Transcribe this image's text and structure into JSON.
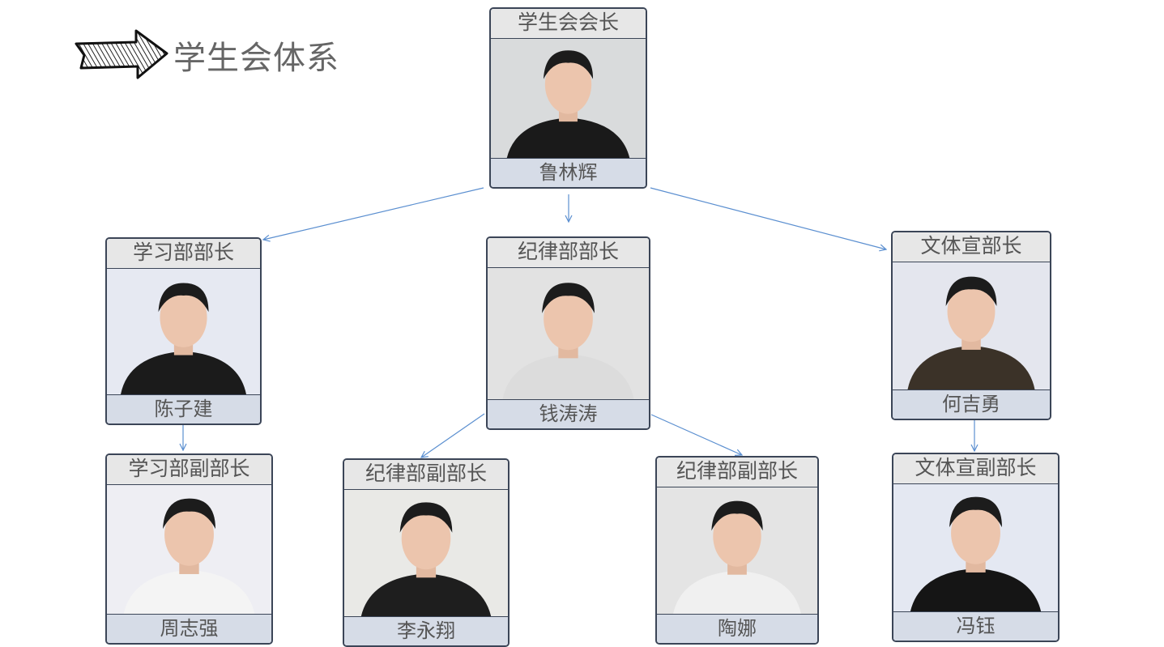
{
  "title": "学生会体系",
  "colors": {
    "connector": "#5b8fd0",
    "border": "#3b4557",
    "header_bg": "#e7e7e7",
    "footer_bg": "#d6dce7"
  },
  "members": [
    {
      "role": "学生会会长",
      "name": "鲁林辉"
    },
    {
      "role": "学习部部长",
      "name": "陈子建"
    },
    {
      "role": "纪律部部长",
      "name": "钱涛涛"
    },
    {
      "role": "文体宣部长",
      "name": "何吉勇"
    },
    {
      "role": "学习部副部长",
      "name": "周志强"
    },
    {
      "role": "纪律部副部长",
      "name": "李永翔"
    },
    {
      "role": "纪律部副部长",
      "name": "陶娜"
    },
    {
      "role": "文体宣副部长",
      "name": "冯钰"
    }
  ]
}
